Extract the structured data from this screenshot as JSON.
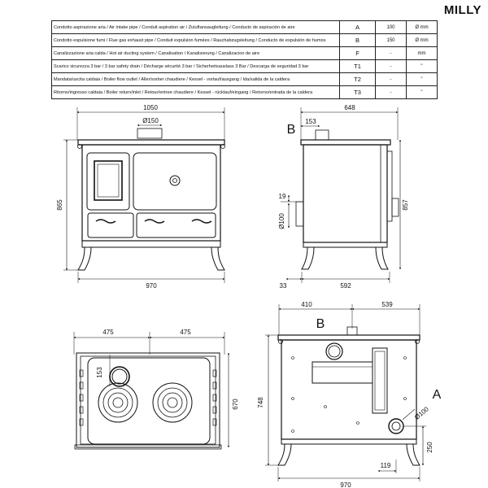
{
  "title": "MILLY",
  "spec_rows": [
    {
      "desc": "Condotto aspirazione aria / Air intake pipe / Conduit aspiration air / Zuluftansaugleitung / Conducto de aspiración de aire",
      "code": "A",
      "value": "100",
      "unit": "Ø mm"
    },
    {
      "desc": "Condotto espulsione fumi / Flue gas exhaust pipe / Conduit expulsion fumées / Rauchabzugsleitung / Conducto de expulsión de humos",
      "code": "B",
      "value": "150",
      "unit": "Ø mm"
    },
    {
      "desc": "Canalizzazione aria calda / Hot air ducting system / Canalisation / Kanalisierung / Canalizacion de aire",
      "code": "F",
      "value": "-",
      "unit": "mm"
    },
    {
      "desc": "Scarico sicurezza 3 bar / 3 bar safety drain / Décharge sécurité 3 bar / Sicherheitsauslass 3 Bar / Descarga de seguridad 3 bar",
      "code": "T1",
      "value": "-",
      "unit": "\""
    },
    {
      "desc": "Mandata/uscita caldaia / Boiler flow outlet / Aller/sortier chaudiere / Kessel - vorlauf/ausgang / Ida/salida de la caldera",
      "code": "T2",
      "value": "-",
      "unit": "\""
    },
    {
      "desc": "Ritorno/ingresso caldaia / Boiler return/inlet / Retour/entree chaudiere / Kessel - rücklauf/eingang / Retorno/entrada de la caldera",
      "code": "T3",
      "value": "-",
      "unit": "\""
    }
  ],
  "dims": {
    "front_width": "1050",
    "front_flue": "Ø150",
    "front_height": "865",
    "front_base": "970",
    "side_depth": "648",
    "side_label": "B",
    "side_offset": "153",
    "side_pipe_offset": "19",
    "side_pipe": "Ø100",
    "side_height": "857",
    "side_foot": "33",
    "side_base": "592",
    "top_left": "475",
    "top_right": "475",
    "top_flue": "153",
    "top_depth": "670",
    "rear_left": "410",
    "rear_right": "539",
    "rear_label_b": "B",
    "rear_label_a": "A",
    "rear_pipe": "Ø100",
    "rear_height": "748",
    "rear_pipe_height": "250",
    "rear_pipe_offset": "119",
    "rear_base": "970"
  }
}
